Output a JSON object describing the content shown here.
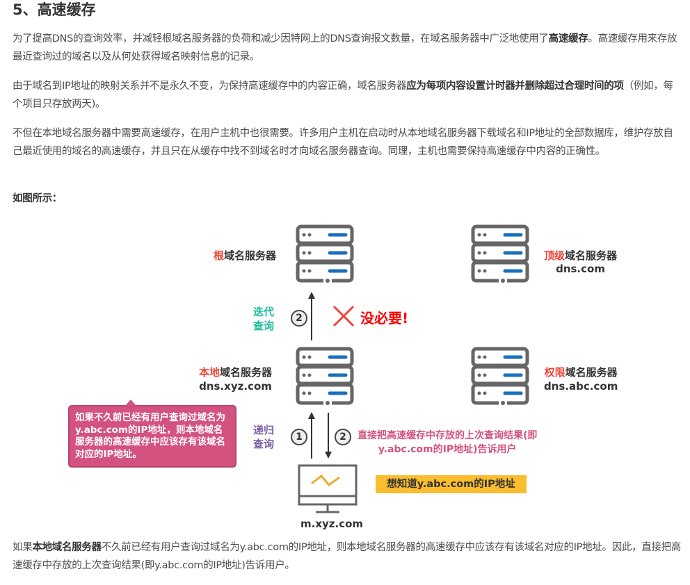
{
  "heading": "5、高速缓存",
  "p1": {
    "a": "为了提高DNS的查询效率，并减轻根域名服务器的负荷和减少因特网上的DNS查询报文数量，在域名服务器中广泛地使用了",
    "b": "高速缓存",
    "c": "。高速缓存用来存放最近查询过的域名以及从何处获得域名映射信息的记录。"
  },
  "p2": {
    "a": "由于域名到IP地址的映射关系并不是永久不变，为保持高速缓存中的内容正确，域名服务器",
    "b": "应为每项内容设置计时器并删除超过合理时间的项",
    "c": "（例如，每个项目只存放两天)。"
  },
  "p3": "不但在本地域名服务器中需要高速缓存，在用户主机中也很需要。许多用户主机在启动时从本地域名服务器下载域名和IP地址的全部数据库，维护存放自己最近使用的域名的高速缓存，并且只在从缓存中找不到域名时才向域名服务器查询。同理，主机也需要保持高速缓存中内容的正确性。",
  "p4": "如图所示：",
  "diagram": {
    "root": {
      "hl": "根",
      "rest": "域名服务器"
    },
    "tld": {
      "hl": "顶级",
      "rest": "域名服务器",
      "host": "dns.com"
    },
    "local": {
      "hl": "本地",
      "rest": "域名服务器",
      "host": "dns.xyz.com"
    },
    "auth": {
      "hl": "权限",
      "rest": "域名服务器",
      "host": "dns.abc.com"
    },
    "iter": [
      "迭代",
      "查询"
    ],
    "recur": [
      "递归",
      "查询"
    ],
    "step1": "1",
    "step2": "2",
    "unneeded": "没必要!",
    "callout": "如果不久前已经有用户查询过域名为y.abc.com的IP地址，则本地域名服务器的高速缓存中应该存有该域名对应的IP地址。",
    "reply": [
      "直接把高速缓存中存放的上次查询结果(即",
      "y.abc.com的IP地址)告诉用户"
    ],
    "want": "想知道y.abc.com的IP地址",
    "host": "m.xyz.com",
    "colors": {
      "red": "#f04438",
      "teal": "#1bbf9c",
      "purple": "#7a5ea8",
      "pink": "#d4527f",
      "yellow": "#f9bd2e",
      "blue": "#1a6fba"
    }
  },
  "p5": {
    "a": "如果",
    "b": "本地域名服务器",
    "c": "不久前已经有用户查询过域名为y.abc.com的IP地址，则本地域名服务器的高速缓存中应该存有该域名对应的IP地址。因此，直接把高速缓存中存放的上次查询结果(即y.abc.com的IP地址)告诉用户。"
  }
}
